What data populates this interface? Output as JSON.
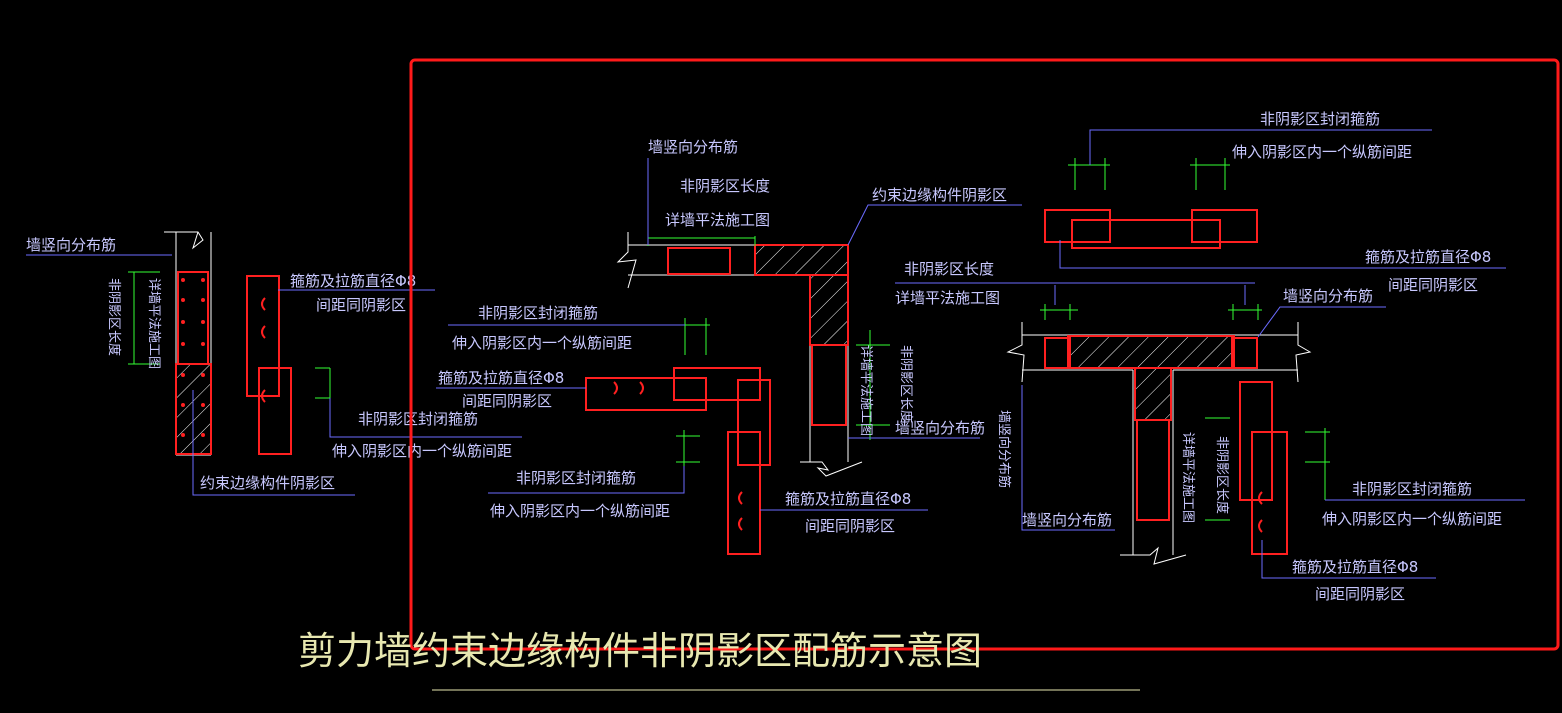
{
  "title": "剪力墙约束边缘构件非阴影区配筋示意图",
  "colors": {
    "background": "#000000",
    "wall": "#ffffff",
    "rebar": "#ff2020",
    "leader": "#6b6bff",
    "dimension": "#33ff33",
    "text": "#c8c8ff",
    "title": "#e8e8b0",
    "highlight_frame": "#ff1a1a"
  },
  "labels": {
    "vertical_distribution": "墙竖向分布筋",
    "non_shadow_length": "非阴影区长度",
    "see_wall_drawing": "详墙平法施工图",
    "stirrup_diameter": "箍筋及拉筋直径Φ8",
    "spacing_same": "间距同阴影区",
    "closed_stirrup": "非阴影区封闭箍筋",
    "extend_one_spacing": "伸入阴影区内一个纵筋间距",
    "constraint_shadow": "约束边缘构件阴影区"
  }
}
